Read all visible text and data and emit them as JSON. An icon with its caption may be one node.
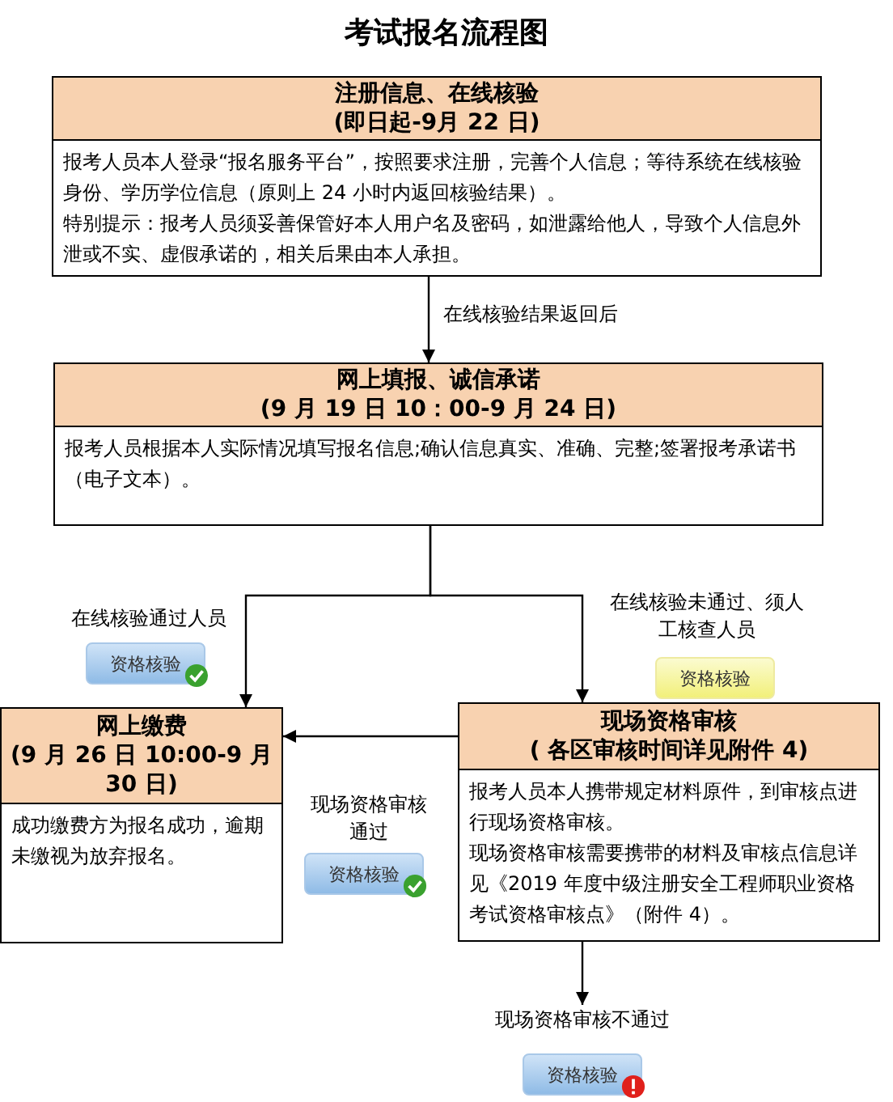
{
  "diagram": {
    "title": "考试报名流程图",
    "nodes": [
      {
        "text": [
          "注册信息、在线核验",
          "(即日起-9月 22 日)",
          "报考人员本人登录“报名服务平台”，按照要求注册，完善个人信息；等待系统在线核验身份、学历学位信息（原则上 24 小时内返回核验结果）。",
          "特别提示：报考人员须妥善保管好本人用户名及密码，如泄露给他人，导致个人信息外泄或不实、虚假承诺的，相关后果由本人承担。"
        ]
      },
      {
        "text": [
          "网上填报、诚信承诺",
          "(9 月 19 日 10：00-9 月 24 日)",
          "报考人员根据本人实际情况填写报名信息;确认信息真实、准确、完整;签署报考承诺书（电子文本）。"
        ]
      },
      {
        "text": [
          "网上缴费",
          "(9 月 26 日 10:00-9 月 30 日)",
          "成功缴费方为报名成功，逾期未缴视为放弃报名。"
        ]
      },
      {
        "text": [
          "现场资格审核",
          "( 各区审核时间详见附件 4)",
          "报考人员本人携带规定材料原件，到审核点进行现场资格审核。",
          "现场资格审核需要携带的材料及审核点信息详见《2019 年度中级注册安全工程师职业资格考试资格审核点》（附件 4）。"
        ]
      },
      {
        "text": [
          "现场资格审核不通过"
        ]
      }
    ],
    "edges": [
      {
        "from": 0,
        "to": 1,
        "arrow": "to",
        "label": "在线核验结果返回后"
      },
      {
        "from": 1,
        "to": 2,
        "arrow": "to"
      },
      {
        "from": 1,
        "to": 3,
        "arrow": "to"
      },
      {
        "from": 3,
        "to": 2,
        "arrow": "to"
      },
      {
        "from": 3,
        "to": 4,
        "arrow": "to"
      }
    ],
    "labels": [
      "在线核验通过人员",
      "资格核验",
      "在线核验未通过、须人工核查人员",
      "资格核验",
      "现场资格审核通过",
      "资格核验",
      "资格核验"
    ]
  }
}
